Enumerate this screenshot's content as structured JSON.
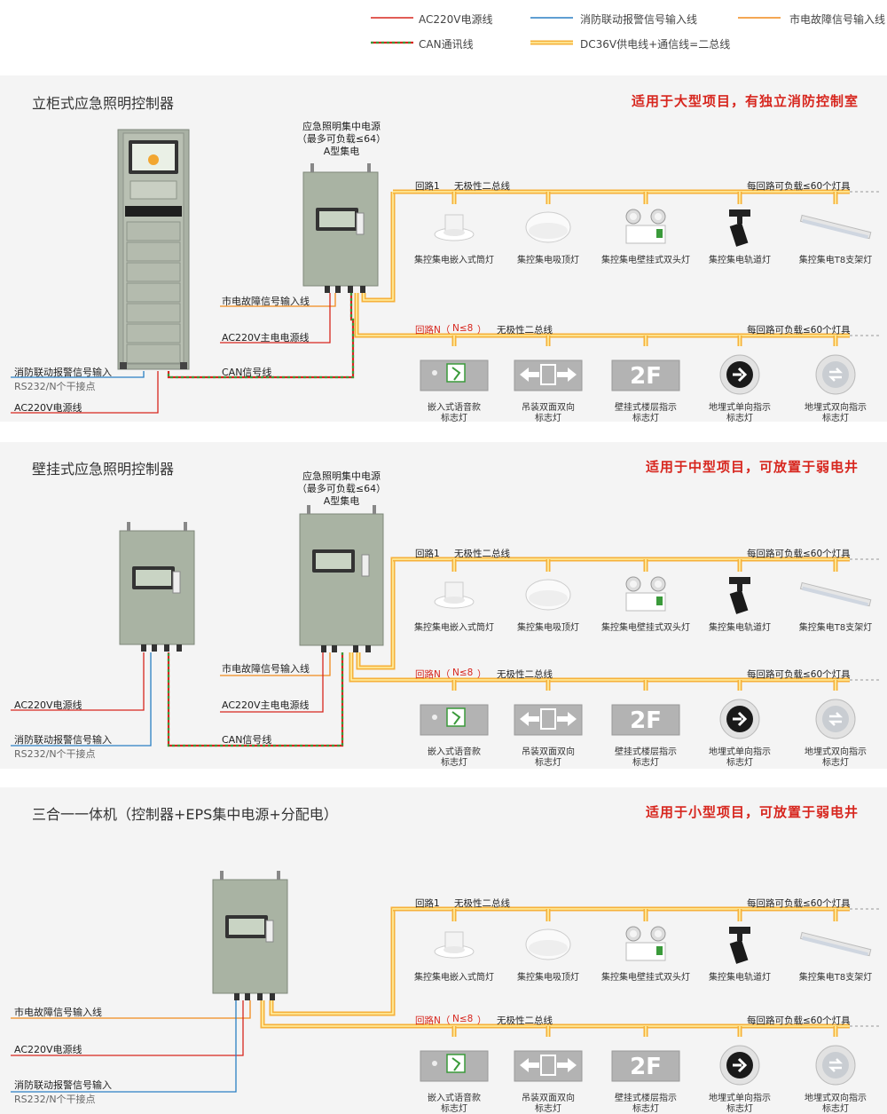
{
  "legend": {
    "ac220": "AC220V电源线",
    "fire_signal": "消防联动报警信号输入线",
    "mains_fault": "市电故障信号输入线",
    "can": "CAN通讯线",
    "dc36": "DC36V供电线+通信线=二总线"
  },
  "colors": {
    "ac220": "#d7261e",
    "fire_signal": "#2a7fc4",
    "mains_fault": "#f08a1c",
    "can_a": "#d7261e",
    "can_b": "#3a9a3a",
    "bus_outer": "#f6b13a",
    "bus_inner": "#fff2a8",
    "highlight": "#d7261e"
  },
  "sections": [
    {
      "title": "立柜式应急照明控制器",
      "subtitle": "适用于大型项目，有独立消防控制室",
      "power_label": [
        "应急照明集中电源",
        "（最多可负载≤64）",
        "A型集电"
      ],
      "left_labels": [
        "市电故障信号输入线",
        "AC220V主电电源线",
        "CAN信号线",
        "消防联动报警信号输入",
        "RS232/N个干接点",
        "AC220V电源线"
      ]
    },
    {
      "title": "壁挂式应急照明控制器",
      "subtitle": "适用于中型项目，可放置于弱电井",
      "power_label": [
        "应急照明集中电源",
        "（最多可负载≤64）",
        "A型集电"
      ],
      "left_labels": [
        "市电故障信号输入线",
        "AC220V主电电源线",
        "CAN信号线",
        "AC220V电源线",
        "消防联动报警信号输入",
        "RS232/N个干接点"
      ]
    },
    {
      "title": "三合一一体机（控制器+EPS集中电源+分配电）",
      "subtitle": "适用于小型项目，可放置于弱电井",
      "left_labels": [
        "市电故障信号输入线",
        "AC220V电源线",
        "消防联动报警信号输入",
        "RS232/N个干接点"
      ]
    }
  ],
  "loops": {
    "loop1": "回路1",
    "loopN_a": "回路N（",
    "loopN_b": "N≤8",
    "loopN_c": "）",
    "bus": "无极性二总线",
    "load": "每回路可负载≤60个灯具"
  },
  "lamps": [
    "集控集电嵌入式筒灯",
    "集控集电吸顶灯",
    "集控集电壁挂式双头灯",
    "集控集电轨道灯",
    "集控集电T8支架灯"
  ],
  "signs": [
    [
      "嵌入式语音款",
      "标志灯"
    ],
    [
      "吊装双面双向",
      "标志灯"
    ],
    [
      "壁挂式楼层指示",
      "标志灯"
    ],
    [
      "地埋式单向指示",
      "标志灯"
    ],
    [
      "地埋式双向指示",
      "标志灯"
    ]
  ],
  "floor_sign_text": "2F"
}
